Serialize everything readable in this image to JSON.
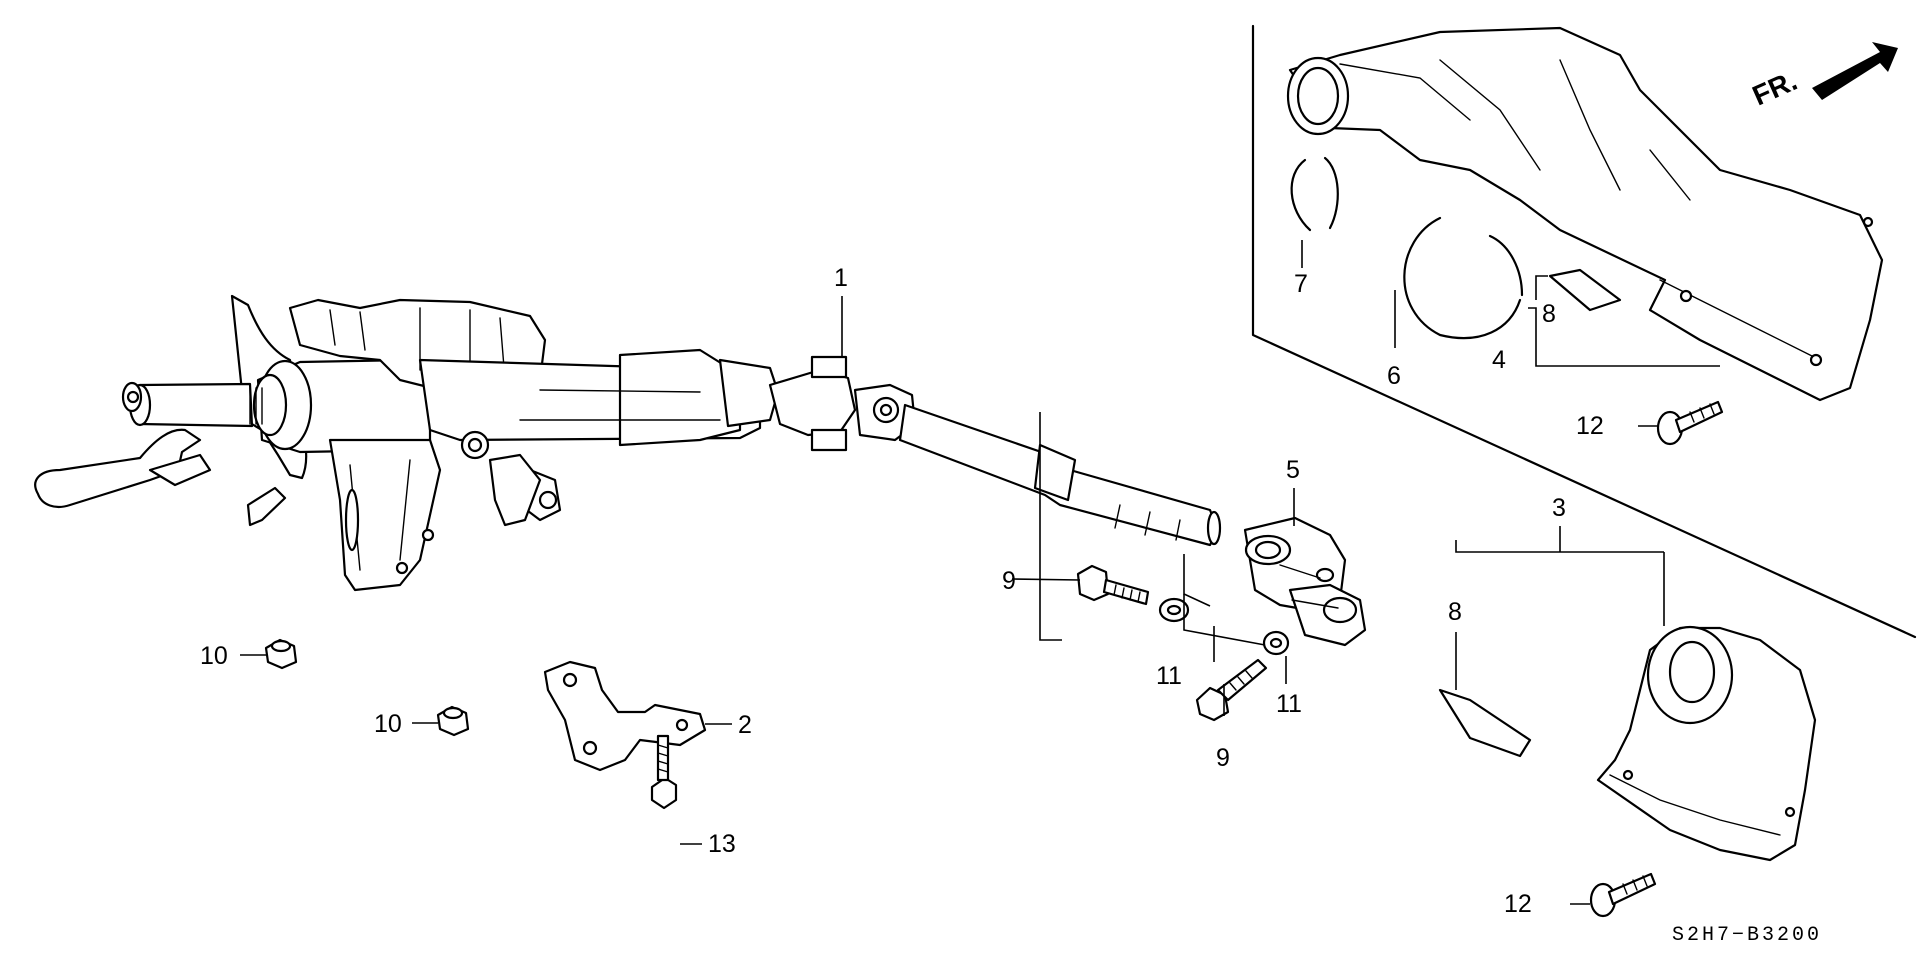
{
  "diagram": {
    "orientation_label": "FR.",
    "diagram_code": "S2H7−B3200",
    "callouts": [
      {
        "id": "c1",
        "label": "1"
      },
      {
        "id": "c2",
        "label": "2"
      },
      {
        "id": "c3",
        "label": "3"
      },
      {
        "id": "c4",
        "label": "4"
      },
      {
        "id": "c5",
        "label": "5"
      },
      {
        "id": "c6",
        "label": "6"
      },
      {
        "id": "c7",
        "label": "7"
      },
      {
        "id": "c8a",
        "label": "8"
      },
      {
        "id": "c8b",
        "label": "8"
      },
      {
        "id": "c9a",
        "label": "9"
      },
      {
        "id": "c9b",
        "label": "9"
      },
      {
        "id": "c10a",
        "label": "10"
      },
      {
        "id": "c10b",
        "label": "10"
      },
      {
        "id": "c11a",
        "label": "11"
      },
      {
        "id": "c11b",
        "label": "11"
      },
      {
        "id": "c12a",
        "label": "12"
      },
      {
        "id": "c12b",
        "label": "12"
      },
      {
        "id": "c13",
        "label": "13"
      }
    ]
  }
}
